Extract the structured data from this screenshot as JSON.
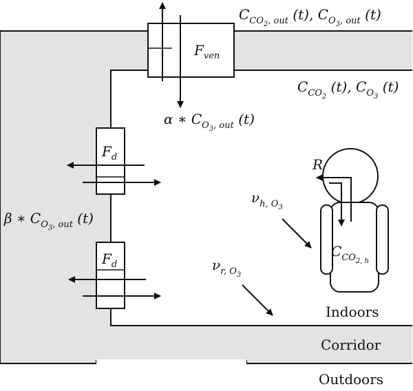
{
  "labels": {
    "outdoor_conc": {
      "c1": "C",
      "c1_sub": "CO",
      "c1_subsub": "2",
      "c1_sub2": ", out",
      "c1_tail": " (t),",
      "c2": " C",
      "c2_sub": "O",
      "c2_subsub": "3",
      "c2_sub2": ", out",
      "c2_tail": " (t)"
    },
    "indoor_conc": {
      "c1": "C",
      "c1_sub": "CO",
      "c1_subsub": "2",
      "c1_tail": " (t),",
      "c2": " C",
      "c2_sub": "O",
      "c2_subsub": "3",
      "c2_tail": " (t)"
    },
    "ventilation": {
      "main": "F",
      "sub": "ven"
    },
    "alpha_expr": {
      "coef": "α ∗ C",
      "sub": "O",
      "subsub": "3",
      "sub2": ", out",
      "tail": " (t)"
    },
    "beta_expr": {
      "coef": "β ∗ C",
      "sub": "O",
      "subsub": "3",
      "sub2": ", out",
      "tail": " (t)"
    },
    "door_flow": {
      "main": "F",
      "sub": "d"
    },
    "human_uptake": {
      "main": "ν",
      "sub": "h, O",
      "subsub": "3"
    },
    "room_uptake": {
      "main": "ν",
      "sub": "r, O",
      "subsub": "3"
    },
    "respiration": "R",
    "human_co2": {
      "main": "C",
      "sub": "CO",
      "subsub": "2, h"
    },
    "indoors": "Indoors",
    "corridor": "Corridor",
    "outdoors": "Outdoors"
  },
  "colors": {
    "corridor_fill": "#e3e3e3",
    "line": "#111111",
    "background": "#ffffff"
  }
}
